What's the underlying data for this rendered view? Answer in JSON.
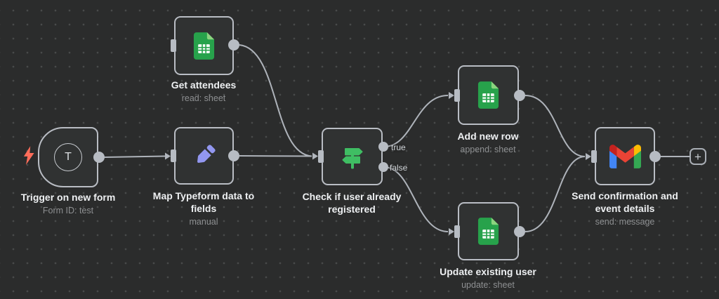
{
  "canvas": {
    "background": "#2b2c2c",
    "dot_color": "#484a4a",
    "edge_color": "#aeb3ba",
    "node_fill": "#303232",
    "node_border": "#b9bdc4"
  },
  "nodes": [
    {
      "id": "trigger-on-new-form",
      "title": "Trigger on new form",
      "subtitle": "Form ID: test",
      "badge": "T",
      "icon": "lightning-trigger"
    },
    {
      "id": "get-attendees",
      "title": "Get attendees",
      "subtitle": "read: sheet",
      "icon": "google-sheets"
    },
    {
      "id": "map-typeform-data-to-fields",
      "title": "Map Typeform data to fields",
      "subtitle": "manual",
      "icon": "edit-pencil"
    },
    {
      "id": "check-if-user-already-registered",
      "title": "Check if user already registered",
      "icon": "signpost-switch",
      "output_labels": [
        "true",
        "false"
      ]
    },
    {
      "id": "add-new-row",
      "title": "Add new row",
      "subtitle": "append: sheet",
      "icon": "google-sheets"
    },
    {
      "id": "update-existing-user",
      "title": "Update existing user",
      "subtitle": "update: sheet",
      "icon": "google-sheets"
    },
    {
      "id": "send-confirmation-and-event-details",
      "title": "Send confirmation and event details",
      "subtitle": "send: message",
      "icon": "gmail"
    }
  ],
  "add_node_button": {
    "label": "+"
  },
  "icon_colors": {
    "lightning_red": "#ff6d5a",
    "sheets_green": "#27a24b",
    "sheets_fold": "#8bd47f",
    "pencil_purple": "#9297f0",
    "signpost_green": "#3fbe63",
    "gmail_blue": "#4285f4",
    "gmail_red": "#ea4335",
    "gmail_yellow": "#fbbc04",
    "gmail_green": "#34a853",
    "gmail_dark_red": "#c5221f"
  }
}
